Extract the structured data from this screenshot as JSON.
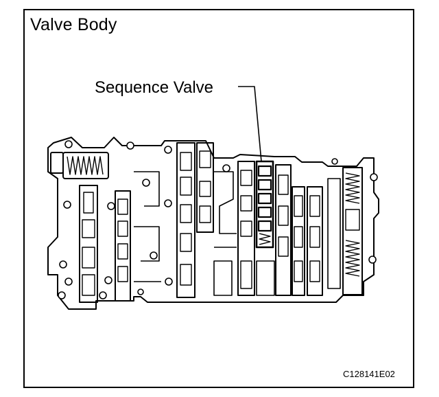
{
  "figure": {
    "title": "Valve Body",
    "callout_label": "Sequence Valve",
    "figure_code": "C128141E02"
  }
}
